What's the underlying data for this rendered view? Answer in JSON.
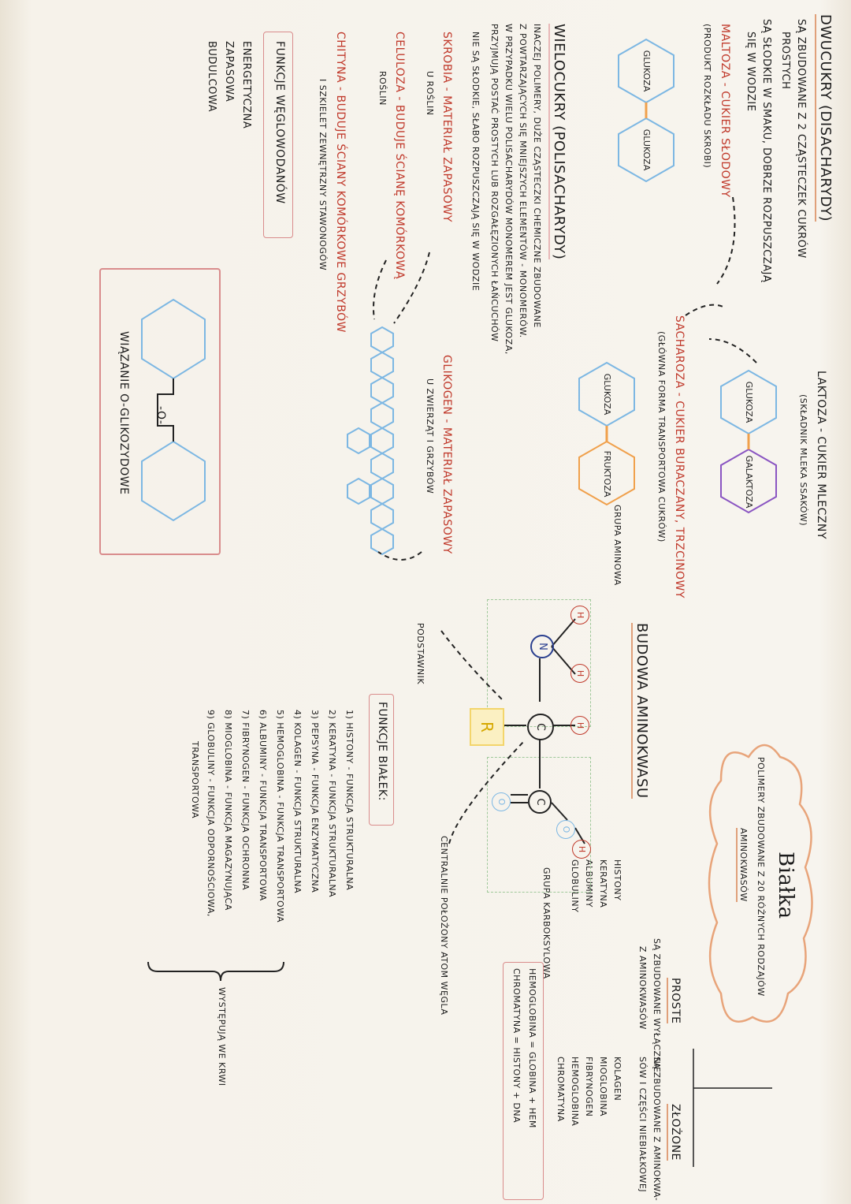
{
  "disaccharides": {
    "title": "DWUCUKRY (DISACHARYDY)",
    "bullets": [
      "SĄ ZBUDOWANE Z 2 CZĄSTECZEK CUKRÓW",
      "PROSTYCH",
      "SĄ SŁODKIE W SMAKU, DOBRZE ROZPUSZCZAJĄ",
      "SIĘ W WODZIE"
    ],
    "maltose": {
      "name": "MALTOZA - CUKIER SŁODOWY",
      "desc": "(PRODUKT ROZKŁADU SKROBI)",
      "unit1": "GLUKOZA",
      "unit2": "GLUKOZA"
    },
    "lactose": {
      "name": "LAKTOZA - CUKIER MLECZNY",
      "desc": "(SKŁADNIK MLEKA SSAKÓW)",
      "unit1": "GLUKOZA",
      "unit2": "GALAKTOZA"
    },
    "sucrose": {
      "name": "SACHAROZA - CUKIER BURACZANY, TRZCINOWY",
      "desc": "(GŁÓWNA FORMA TRANSPORTOWA CUKRÓW)",
      "unit1": "GLUKOZA",
      "unit2": "FRUKTOZA"
    }
  },
  "polysaccharides": {
    "title": "WIELOCUKRY (POLISACHARYDY)",
    "lines": [
      "INACZEJ POLIMERY, DUŻE CZĄSTECZKI CHEMICZNE ZBUDOWANE",
      "Z POWTARZAJĄCYCH SIĘ MNIEJSZYCH ELEMENTÓW - MONOMERÓW.",
      "W PRZYPADKU WIELU POLISACHARYDÓW MONOMEREM JEST GLUKOZA,",
      "PRZYJMUJĄ POSTAĆ PROSTYCH LUB ROZGAŁĘZIONYCH ŁAŃCUCHÓW"
    ],
    "note": "NIE SĄ SŁODKIE, SŁABO ROZPUSZCZAJĄ SIĘ W WODZIE",
    "starch": {
      "name": "SKROBIA - MATERIAŁ ZAPASOWY",
      "desc": "U ROŚLIN"
    },
    "glycogen": {
      "name": "GLIKOGEN - MATERIAŁ ZAPASOWY",
      "desc": "U ZWIERZĄT I GRZYBÓW"
    },
    "cellulose": {
      "name": "CELULOZA - BUDUJE ŚCIANĘ KOMÓRKOWĄ",
      "desc": "ROŚLIN"
    },
    "chitin": {
      "name": "CHITYNA - BUDUJE ŚCIANY KOMÓRKOWE GRZYBÓW",
      "desc": "I SZKIELET ZEWNĘTRZNY STAWONOGÓW"
    }
  },
  "carb_functions": {
    "title": "FUNKCJE WĘGLOWODANÓW",
    "items": [
      "ENERGETYCZNA",
      "ZAPASOWA",
      "BUDULCOWA"
    ]
  },
  "glycosidic": {
    "bond": "-O-",
    "label": "WIĄZANIE O-GLIKOZYDOWE"
  },
  "proteins": {
    "title": "Białka",
    "desc1": "POLIMERY ZBUDOWANE Z 20 RÓŻNYCH RODZAJÓW",
    "desc2": "AMINOKWASÓW",
    "simple": {
      "title": "PROSTE",
      "desc1": "SĄ ZBUDOWANE WYŁĄCZNIE",
      "desc2": "Z AMINOKWASÓW",
      "items": [
        "HISTONY",
        "KERATYNA",
        "ALBUMINY",
        "GLOBULINY"
      ]
    },
    "complex": {
      "title": "ZŁOŻONE",
      "desc1": "SĄ ZBUDOWANE Z AMINOKWA-",
      "desc2": "SÓW I CZĘŚCI NIEBIAŁKOWEJ",
      "items": [
        "KOLAGEN",
        "MIOGLOBINA",
        "FIBRYNOGEN",
        "HEMOGLOBINA",
        "CHROMATYNA"
      ]
    },
    "examples": [
      "HEMOGLOBINA = GLOBINA + HEM",
      "CHROMATYNA = HISTONY + DNA"
    ]
  },
  "amino_acid": {
    "title": "BUDOWA AMINOKWASU",
    "amino_group": "GRUPA AMINOWA",
    "carboxyl_group": "GRUPA KARBOKSYLOWA",
    "substituent": "PODSTAWNIK",
    "central_atom": "CENTRALNIE POŁOŻONY ATOM WĘGLA",
    "atoms": {
      "N": "N",
      "C": "C",
      "H": "H",
      "O": "O",
      "R": "R"
    }
  },
  "protein_functions": {
    "title": "FUNKCJE BIAŁEK:",
    "items": [
      "1) HISTONY - FUNKCJA STRUKTURALNA",
      "2) KERATYNA - FUNKCJA STRUKTURALNA",
      "3) PEPSYNA - FUNKCJA ENZYMATYCZNA",
      "4) KOLAGEN - FUNKCJA STRUKTURALNA",
      "5) HEMOGLOBINA - FUNKCJA TRANSPORTOWA",
      "6) ALBUMINY - FUNKCJA TRANSPORTOWA",
      "7) FIBRYNOGEN - FUNKCJA OCHRONNA",
      "8) MIOGLOBINA - FUNKCJA MAGAZYNUJĄCA",
      "9) GLOBULINY - FUNKCJA ODPORNOŚCIOWA,",
      "TRANSPORTOWA"
    ],
    "blood_note": "WYSTĘPUJĄ WE KRWI"
  }
}
